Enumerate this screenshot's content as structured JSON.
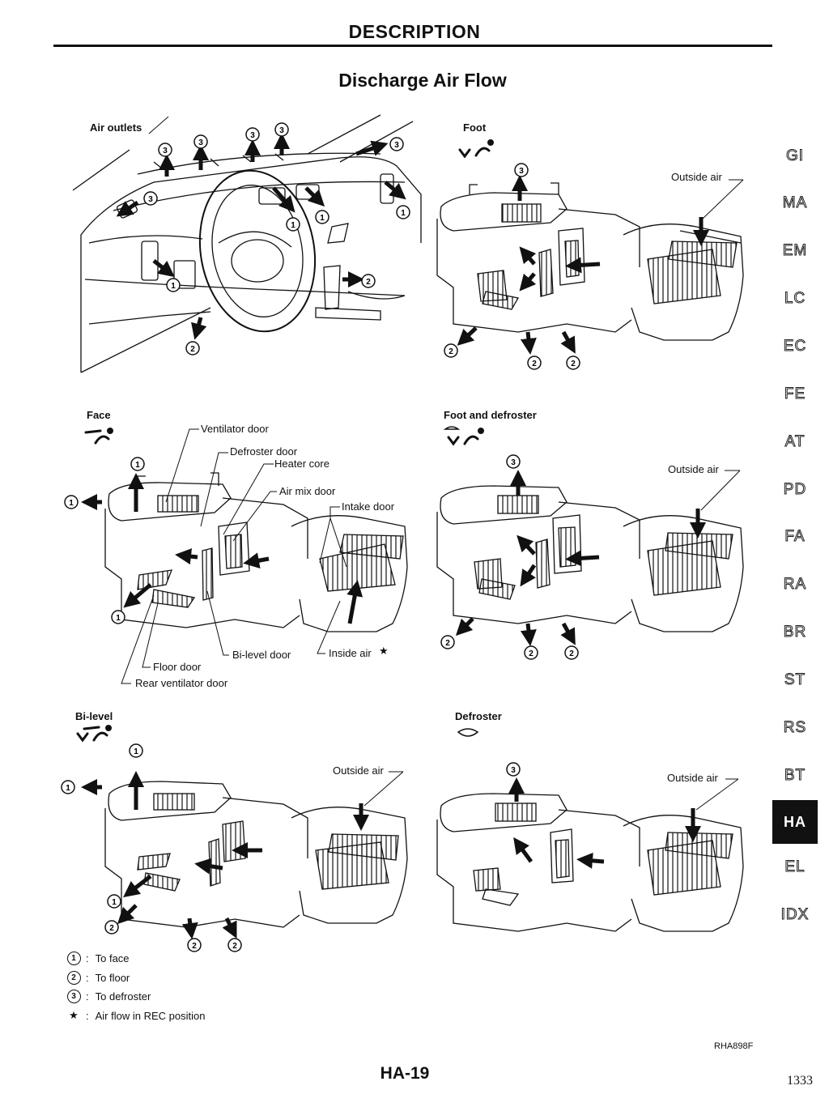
{
  "header": {
    "title": "DESCRIPTION",
    "subtitle": "Discharge Air Flow"
  },
  "sections": {
    "air_outlets": "Air outlets",
    "foot": "Foot",
    "face": "Face",
    "foot_defroster": "Foot and defroster",
    "bilevel": "Bi-level",
    "defroster": "Defroster"
  },
  "labels": {
    "outside_air": "Outside air",
    "ventilator_door": "Ventilator door",
    "defroster_door": "Defroster door",
    "heater_core": "Heater core",
    "air_mix_door": "Air mix door",
    "intake_door": "Intake door",
    "bilevel_door": "Bi-level door",
    "inside_air": "Inside air",
    "floor_door": "Floor door",
    "rear_ventilator_door": "Rear ventilator door",
    "n1": "1",
    "n2": "2",
    "n3": "3",
    "star": "★"
  },
  "legend": [
    {
      "marker": "1",
      "text": "To face"
    },
    {
      "marker": "2",
      "text": "To floor"
    },
    {
      "marker": "3",
      "text": "To defroster"
    },
    {
      "marker": "★",
      "text": "Air flow in REC position"
    }
  ],
  "side_tabs": [
    "GI",
    "MA",
    "EM",
    "LC",
    "EC",
    "FE",
    "AT",
    "PD",
    "FA",
    "RA",
    "BR",
    "ST",
    "RS",
    "BT",
    "HA",
    "EL",
    "IDX"
  ],
  "active_tab": "HA",
  "figure_code": "RHA898F",
  "page_id": "HA-19",
  "page_number": "1333"
}
